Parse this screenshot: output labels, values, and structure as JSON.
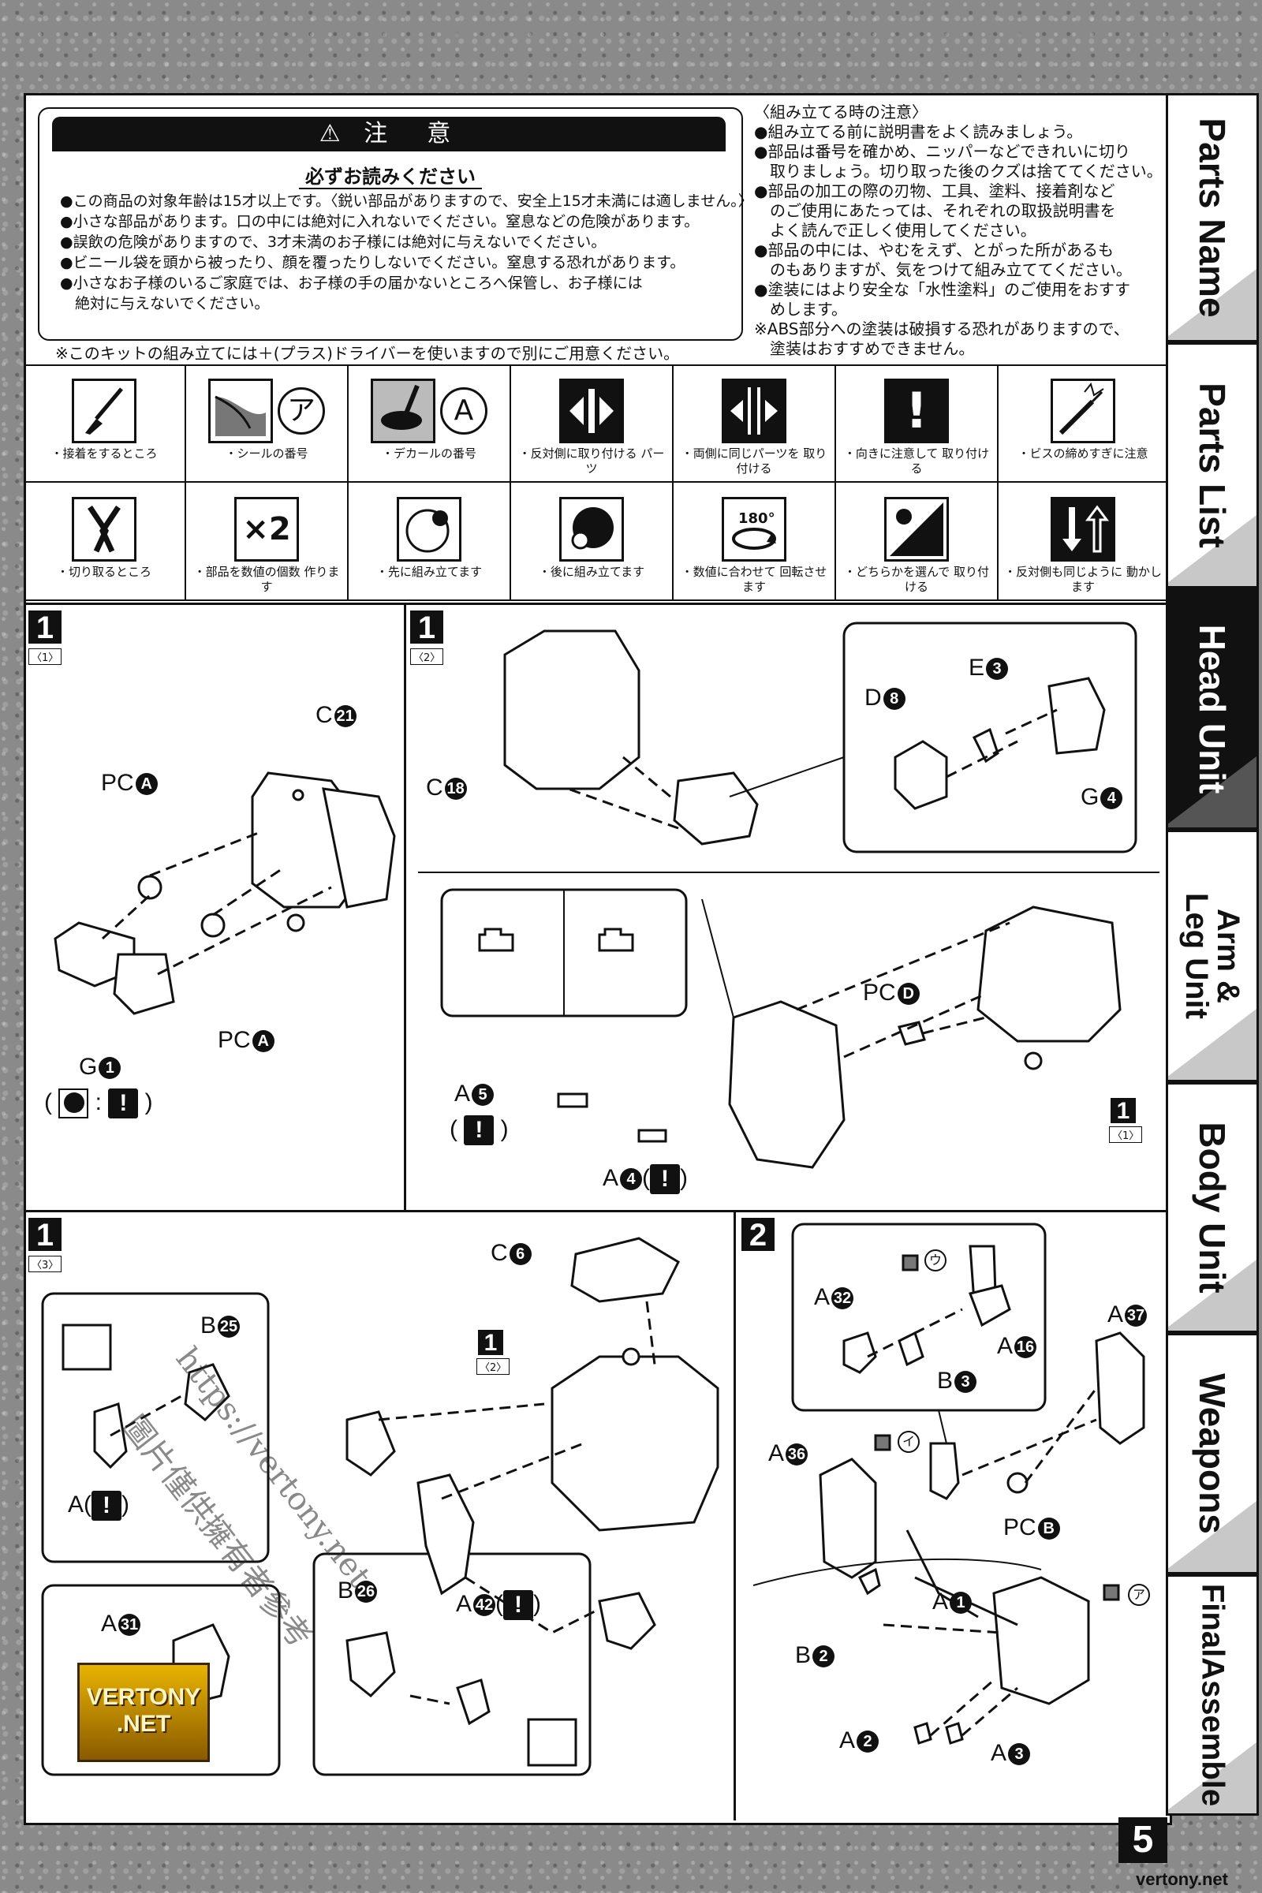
{
  "caution": {
    "title": "注　意",
    "subtitle": "必ずお読みください",
    "items": [
      "●この商品の対象年齢は15才以上です。〈鋭い部品がありますので、安全上15才未満には適しません。〉",
      "●小さな部品があります。口の中には絶対に入れないでください。窒息などの危険があります。",
      "●誤飲の危険がありますので、3才未満のお子様には絶対に与えないでください。",
      "●ビニール袋を頭から被ったり、顔を覆ったりしないでください。窒息する恐れがあります。",
      "●小さなお子様のいるご家庭では、お子様の手の届かないところへ保管し、お子様には",
      "　絶対に与えないでください。"
    ],
    "driver_note": "※このキットの組み立てには＋(プラス)ドライバーを使いますので別にご用意ください。"
  },
  "assembly_notes": [
    "〈組み立てる時の注意〉",
    "●組み立てる前に説明書をよく読みましょう。",
    "●部品は番号を確かめ、ニッパーなどできれいに切り",
    "　取りましょう。切り取った後のクズは捨ててください。",
    "●部品の加工の際の刃物、工具、塗料、接着剤など",
    "　のご使用にあたっては、それぞれの取扱説明書を",
    "　よく読んで正しく使用してください。",
    "●部品の中には、やむをえず、とがった所があるも",
    "　のもありますが、気をつけて組み立ててください。",
    "●塗装にはより安全な「水性塗料」のご使用をおすす",
    "　めします。",
    "※ABS部分への塗装は破損する恐れがありますので、",
    "　塗装はおすすめできません。"
  ],
  "symbols": [
    {
      "icon": "glue-brush-icon",
      "caption": "・接着をするところ"
    },
    {
      "icon": "sticker-icon",
      "mark": "ア",
      "caption": "・シールの番号"
    },
    {
      "icon": "decal-icon",
      "mark": "A",
      "caption": "・デカールの番号"
    },
    {
      "icon": "opposite-side-icon",
      "caption": "・反対側に取り付ける パーツ"
    },
    {
      "icon": "both-sides-icon",
      "caption": "・両側に同じパーツを 取り付ける"
    },
    {
      "icon": "exclamation-icon",
      "caption": "・向きに注意して 取り付ける"
    },
    {
      "icon": "screw-warning-icon",
      "caption": "・ビスの締めすぎに注意"
    },
    {
      "icon": "nipper-icon",
      "caption": "・切り取るところ"
    },
    {
      "icon": "multiply-icon",
      "mark": "×2",
      "caption": "・部品を数値の個数 作ります"
    },
    {
      "icon": "assemble-first-icon",
      "caption": "・先に組み立てます"
    },
    {
      "icon": "assemble-later-icon",
      "caption": "・後に組み立てます"
    },
    {
      "icon": "rotate-icon",
      "mark": "180°",
      "caption": "・数値に合わせて 回転させます"
    },
    {
      "icon": "choose-one-icon",
      "caption": "・どちらかを選んで 取り付ける"
    },
    {
      "icon": "mirror-move-icon",
      "caption": "・反対側も同じように 動かします"
    }
  ],
  "tabs": [
    {
      "label": "Parts Name",
      "active": false
    },
    {
      "label": "Parts List",
      "active": false
    },
    {
      "label": "Head Unit",
      "active": true
    },
    {
      "label": "Arm &",
      "label2": "Leg Unit",
      "active": false
    },
    {
      "label": "Body Unit",
      "active": false
    },
    {
      "label": "Weapons",
      "active": false
    },
    {
      "label": "FinalAssemble",
      "active": false
    }
  ],
  "steps": {
    "s1_1": {
      "num": "1",
      "sub": "〈1〉",
      "labels": [
        "C㉑",
        "PC",
        "PC",
        "G"
      ],
      "parts": {
        "c21": "C",
        "c21n": "21",
        "pca1": "PC",
        "pca1c": "A",
        "pca2": "PC",
        "pca2c": "A",
        "g1": "G",
        "g1n": "1"
      }
    },
    "s1_2": {
      "num": "1",
      "sub": "〈2〉",
      "parts": {
        "c18": "C",
        "c18n": "18",
        "e3": "E",
        "e3n": "3",
        "d8": "D",
        "d8n": "8",
        "g4": "G",
        "g4n": "4",
        "pcd": "PC",
        "pcdc": "D",
        "a5": "A",
        "a5n": "5",
        "a4": "A",
        "a4n": "4"
      },
      "ref": {
        "num": "1",
        "sub": "〈1〉"
      }
    },
    "s1_3": {
      "num": "1",
      "sub": "〈3〉",
      "parts": {
        "c6": "C",
        "c6n": "6",
        "b25": "B",
        "b25n": "25",
        "a_l": "A",
        "a31": "A",
        "a31n": "31",
        "b26": "B",
        "b26n": "26",
        "a42": "A",
        "a42n": "42"
      },
      "ref": {
        "num": "1",
        "sub": "〈2〉"
      }
    },
    "s2": {
      "num": "2",
      "parts": {
        "a32": "A",
        "a32n": "32",
        "a16": "A",
        "a16n": "16",
        "b3": "B",
        "b3n": "3",
        "a37": "A",
        "a37n": "37",
        "a36": "A",
        "a36n": "36",
        "pcb": "PC",
        "pcbc": "B",
        "a1": "A",
        "a1n": "1",
        "b2": "B",
        "b2n": "2",
        "a2": "A",
        "a2n": "2",
        "a3": "A",
        "a3n": "3"
      },
      "stickers": [
        "ウ",
        "イ",
        "ア"
      ]
    }
  },
  "excl": "!",
  "page_number": "5",
  "footer_url": "vertony.net",
  "watermark": "https://vertony.net",
  "watermark_cn": "圖片僅供擁有者參考",
  "logo_text": "VERTONY .NET"
}
